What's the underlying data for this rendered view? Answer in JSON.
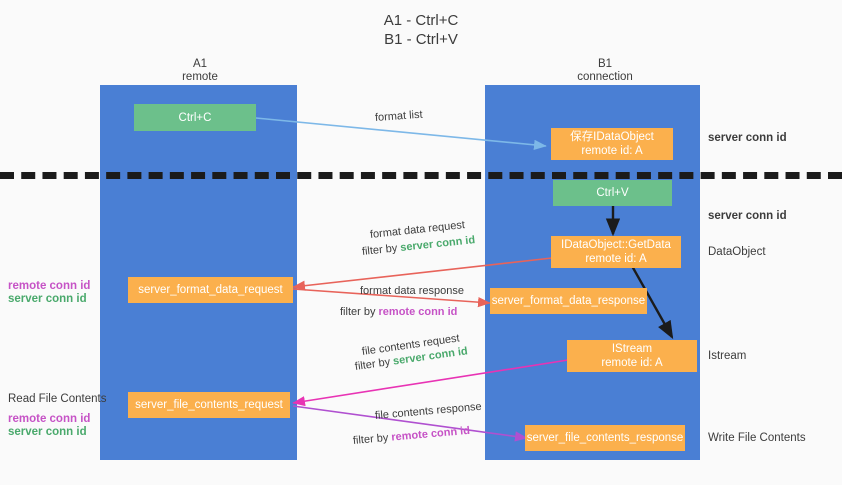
{
  "title": {
    "line1": "A1 - Ctrl+C",
    "line2": "B1 - Ctrl+V"
  },
  "lanes": [
    {
      "id": "a1",
      "name": "A1",
      "role": "remote"
    },
    {
      "id": "b1",
      "name": "B1",
      "role": "connection"
    }
  ],
  "nodes": {
    "ctrl_c": {
      "label": "Ctrl+C"
    },
    "save_idataobject": {
      "line1": "保存IDataObject",
      "line2": "remote id: A"
    },
    "ctrl_v": {
      "label": "Ctrl+V"
    },
    "getdata": {
      "line1": "IDataObject::GetData",
      "line2": "remote id: A"
    },
    "istream": {
      "line1": "IStream",
      "line2": "remote id: A"
    },
    "server_format_data_request": {
      "label": "server_format_data_request"
    },
    "server_format_data_response": {
      "label": "server_format_data_response"
    },
    "server_file_contents_request": {
      "label": "server_file_contents_request"
    },
    "server_file_contents_response": {
      "label": "server_file_contents_response"
    }
  },
  "edge_labels": {
    "format_list": "format list",
    "format_data_request": "format data request",
    "format_data_request_filter_prefix": "filter by ",
    "format_data_request_filter_key": "server conn id",
    "format_data_response": "format data response",
    "format_data_response_filter_prefix": "filter by ",
    "format_data_response_filter_key": "remote conn id",
    "file_contents_request": "file contents request",
    "file_contents_request_filter_prefix": "filter by ",
    "file_contents_request_filter_key": "server conn id",
    "file_contents_response": "file contents response",
    "file_contents_response_filter_prefix": "filter by ",
    "file_contents_response_filter_key": "remote conn id"
  },
  "annotations": {
    "server_conn_id_1": "server conn id",
    "server_conn_id_2": "server conn id",
    "dataobject": "DataObject",
    "istream": "Istream",
    "write_file_contents": "Write File Contents",
    "read_file_contents": "Read File Contents",
    "left_remote_conn_id_1": "remote conn id",
    "left_server_conn_id_1": "server conn id",
    "left_remote_conn_id_2": "remote conn id",
    "left_server_conn_id_2": "server conn id"
  },
  "colors": {
    "lane": "#4a7fd4",
    "node_orange": "#fbb04d",
    "node_green": "#6cc08b",
    "green_text": "#4aa96c",
    "purple_text": "#c653c6",
    "red_arrow": "#e8635a",
    "blue_arrow": "#7db8e8",
    "magenta_arrow": "#e833b4",
    "purple_arrow": "#b050d0",
    "black_arrow": "#1b1b1b",
    "background": "#fafafa"
  }
}
